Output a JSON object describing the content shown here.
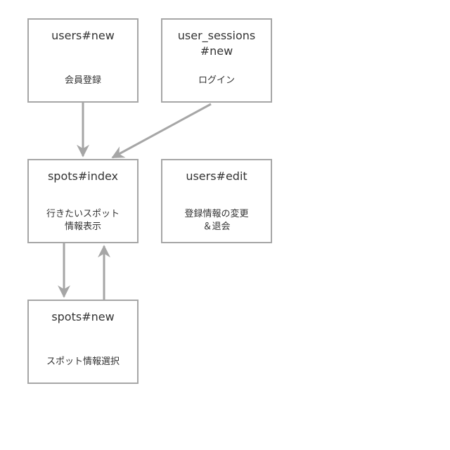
{
  "diagram": {
    "edge_color": "#a6a6a6",
    "border_color": "#a6a6a6",
    "nodes": {
      "users_new": {
        "title": "users#new",
        "desc": [
          "会員登録"
        ]
      },
      "user_sessions_new": {
        "title_lines": [
          "user_sessions",
          "#new"
        ],
        "desc": [
          "ログイン"
        ]
      },
      "spots_index": {
        "title": "spots#index",
        "desc": [
          "行きたいスポット",
          "情報表示"
        ]
      },
      "users_edit": {
        "title": "users#edit",
        "desc": [
          "登録情報の変更",
          "＆退会"
        ]
      },
      "spots_new": {
        "title": "spots#new",
        "desc": [
          "スポット情報選択"
        ]
      }
    },
    "edges": [
      {
        "from": "users_new",
        "to": "spots_index"
      },
      {
        "from": "user_sessions_new",
        "to": "spots_index"
      },
      {
        "from": "spots_index",
        "to": "spots_new"
      },
      {
        "from": "spots_new",
        "to": "spots_index"
      }
    ]
  }
}
